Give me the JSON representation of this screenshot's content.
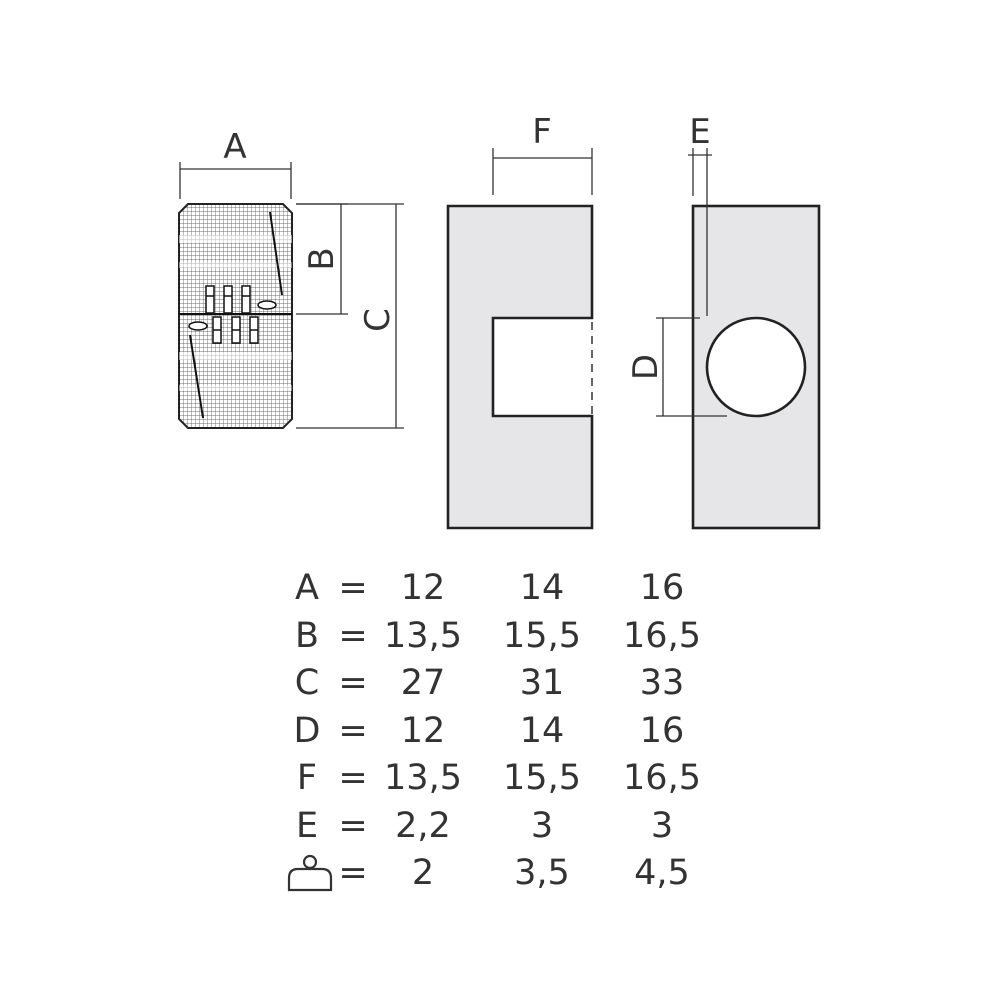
{
  "diagram": {
    "labels": {
      "a": "A",
      "b": "B",
      "c": "C",
      "d": "D",
      "e": "E",
      "f": "F"
    }
  },
  "table": {
    "rows": [
      {
        "key": "A",
        "eq": "=",
        "values": [
          "12",
          "14",
          "16"
        ]
      },
      {
        "key": "B",
        "eq": "=",
        "values": [
          "13,5",
          "15,5",
          "16,5"
        ]
      },
      {
        "key": "C",
        "eq": "=",
        "values": [
          "27",
          "31",
          "33"
        ]
      },
      {
        "key": "D",
        "eq": "=",
        "values": [
          "12",
          "14",
          "16"
        ]
      },
      {
        "key": "F",
        "eq": "=",
        "values": [
          "13,5",
          "15,5",
          "16,5"
        ]
      },
      {
        "key": "E",
        "eq": "=",
        "values": [
          "2,2",
          "3",
          "3"
        ]
      }
    ],
    "qty_row": {
      "icon": "weight-icon",
      "eq": "=",
      "values": [
        "2",
        "3,5",
        "4,5"
      ]
    }
  }
}
